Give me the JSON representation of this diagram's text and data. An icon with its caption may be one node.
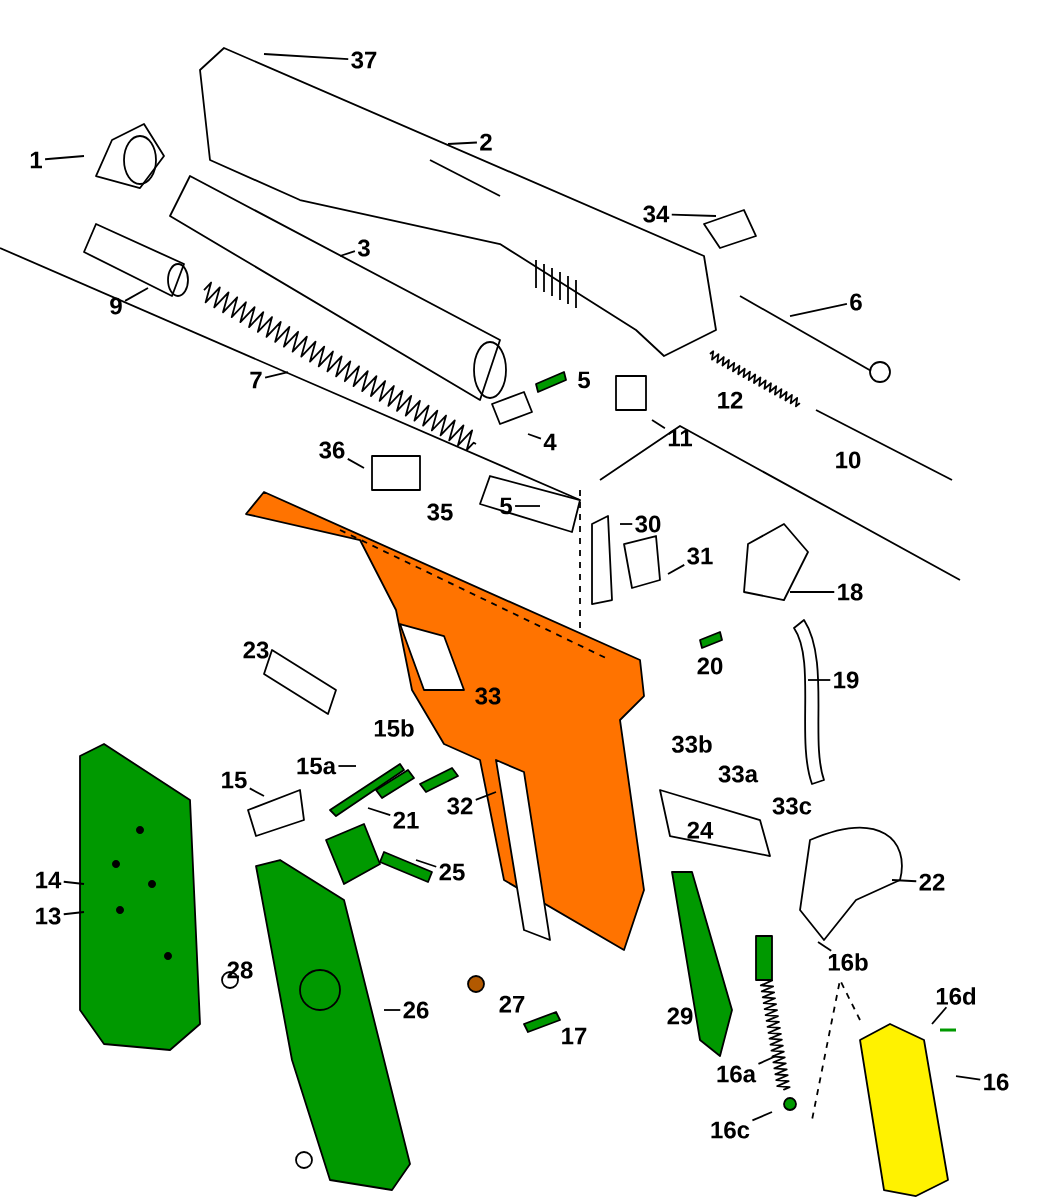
{
  "diagram": {
    "nodes": [
      {
        "text": [
          "37"
        ]
      },
      {
        "text": [
          "2"
        ]
      },
      {
        "text": [
          "1"
        ]
      },
      {
        "text": [
          "34"
        ]
      },
      {
        "text": [
          "3"
        ]
      },
      {
        "text": [
          "6"
        ]
      },
      {
        "text": [
          "9"
        ]
      },
      {
        "text": [
          "7"
        ]
      },
      {
        "text": [
          "4"
        ]
      },
      {
        "text": [
          "11"
        ]
      },
      {
        "text": [
          "36"
        ]
      },
      {
        "text": [
          "5"
        ]
      },
      {
        "text": [
          "30"
        ]
      },
      {
        "text": [
          "31"
        ]
      },
      {
        "text": [
          "18"
        ]
      },
      {
        "text": [
          "19"
        ]
      },
      {
        "text": [
          "15a"
        ]
      },
      {
        "text": [
          "15"
        ]
      },
      {
        "text": [
          "21"
        ]
      },
      {
        "text": [
          "32"
        ]
      },
      {
        "text": [
          "14"
        ]
      },
      {
        "text": [
          "13"
        ]
      },
      {
        "text": [
          "25"
        ]
      },
      {
        "text": [
          "22"
        ]
      },
      {
        "text": [
          "16b"
        ]
      },
      {
        "text": [
          "26"
        ]
      },
      {
        "text": [
          "16d"
        ]
      },
      {
        "text": [
          "16a"
        ]
      },
      {
        "text": [
          "16"
        ]
      },
      {
        "text": [
          "16c"
        ]
      }
    ],
    "edges": [
      {
        "from": 0,
        "to": null,
        "arrow": "none"
      },
      {
        "from": 1,
        "to": null,
        "arrow": "none"
      },
      {
        "from": 2,
        "to": null,
        "arrow": "none"
      },
      {
        "from": 3,
        "to": null,
        "arrow": "none"
      },
      {
        "from": 4,
        "to": null,
        "arrow": "none"
      },
      {
        "from": 5,
        "to": null,
        "arrow": "none"
      },
      {
        "from": 6,
        "to": null,
        "arrow": "none"
      },
      {
        "from": 7,
        "to": null,
        "arrow": "none"
      },
      {
        "from": 8,
        "to": null,
        "arrow": "none"
      },
      {
        "from": 9,
        "to": null,
        "arrow": "none"
      },
      {
        "from": 10,
        "to": null,
        "arrow": "none"
      },
      {
        "from": 11,
        "to": null,
        "arrow": "none"
      },
      {
        "from": 12,
        "to": null,
        "arrow": "none"
      },
      {
        "from": 13,
        "to": null,
        "arrow": "none"
      },
      {
        "from": 14,
        "to": null,
        "arrow": "none"
      },
      {
        "from": 15,
        "to": null,
        "arrow": "none"
      },
      {
        "from": 16,
        "to": null,
        "arrow": "none"
      },
      {
        "from": 17,
        "to": null,
        "arrow": "none"
      },
      {
        "from": 18,
        "to": null,
        "arrow": "none"
      },
      {
        "from": 19,
        "to": null,
        "arrow": "none"
      },
      {
        "from": 20,
        "to": null,
        "arrow": "none"
      },
      {
        "from": 21,
        "to": null,
        "arrow": "none"
      },
      {
        "from": 22,
        "to": null,
        "arrow": "none"
      },
      {
        "from": 23,
        "to": null,
        "arrow": "none"
      },
      {
        "from": 24,
        "to": null,
        "arrow": "none"
      },
      {
        "from": 25,
        "to": null,
        "arrow": "none"
      },
      {
        "from": 26,
        "to": null,
        "arrow": "none"
      },
      {
        "from": 27,
        "to": null,
        "arrow": "none"
      },
      {
        "from": 28,
        "to": null,
        "arrow": "none"
      },
      {
        "from": 29,
        "to": null,
        "arrow": "none"
      }
    ],
    "labels": [
      "5",
      "12",
      "10",
      "35",
      "23",
      "20",
      "33",
      "15b",
      "33b",
      "33a",
      "33c",
      "24",
      "28",
      "27",
      "17",
      "29"
    ]
  }
}
